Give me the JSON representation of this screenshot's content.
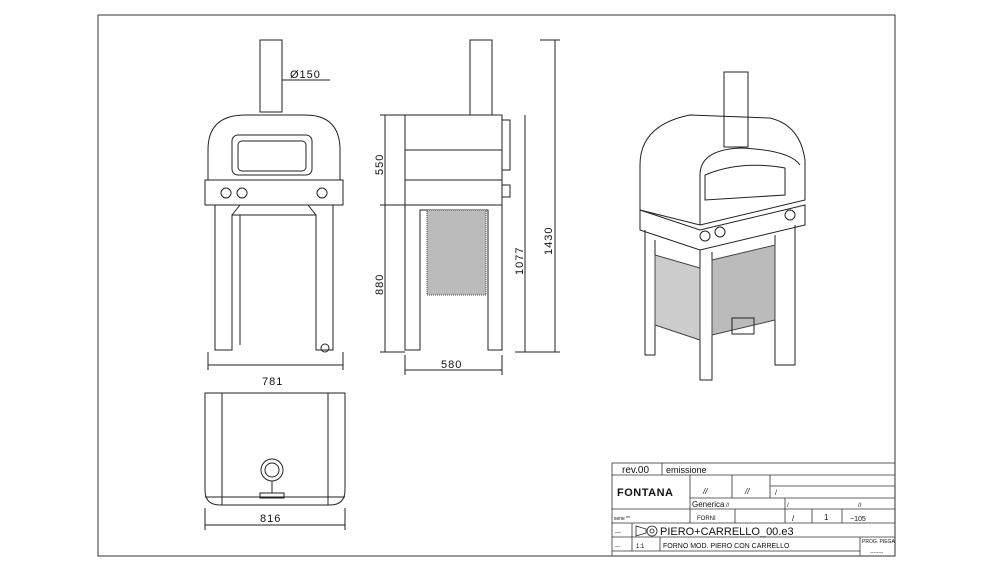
{
  "dimensions": {
    "chimney_diameter": "Ø150",
    "front_width": "781",
    "side_depth": "580",
    "top_width": "816",
    "oven_height": "550",
    "stand_height": "880",
    "total_height": "1430",
    "floor_height": "1077"
  },
  "title_block": {
    "revision": "rev.00",
    "revision_note": "emissione",
    "logo": "FONTANA",
    "field_a": "//",
    "field_b": "//",
    "field_c": "/",
    "material": "Generica",
    "material_val": "//",
    "field_d": "/",
    "field_e": "//",
    "serie_label": "serie",
    "serie_val": "**",
    "group": "FORNI",
    "field_f": "/",
    "quantity": "1",
    "weight": "~105",
    "code_prefix": "---",
    "drawing_code": "PIERO+CARRELLO_00.e3",
    "scale_prefix": "---",
    "scale": "1:1",
    "description": "FORNO MOD. PIERO CON CARRELLO",
    "prog_label": "PROG. PIEGA",
    "prog_val": "--------"
  },
  "colors": {
    "line": "#222222",
    "frame": "#333333"
  }
}
